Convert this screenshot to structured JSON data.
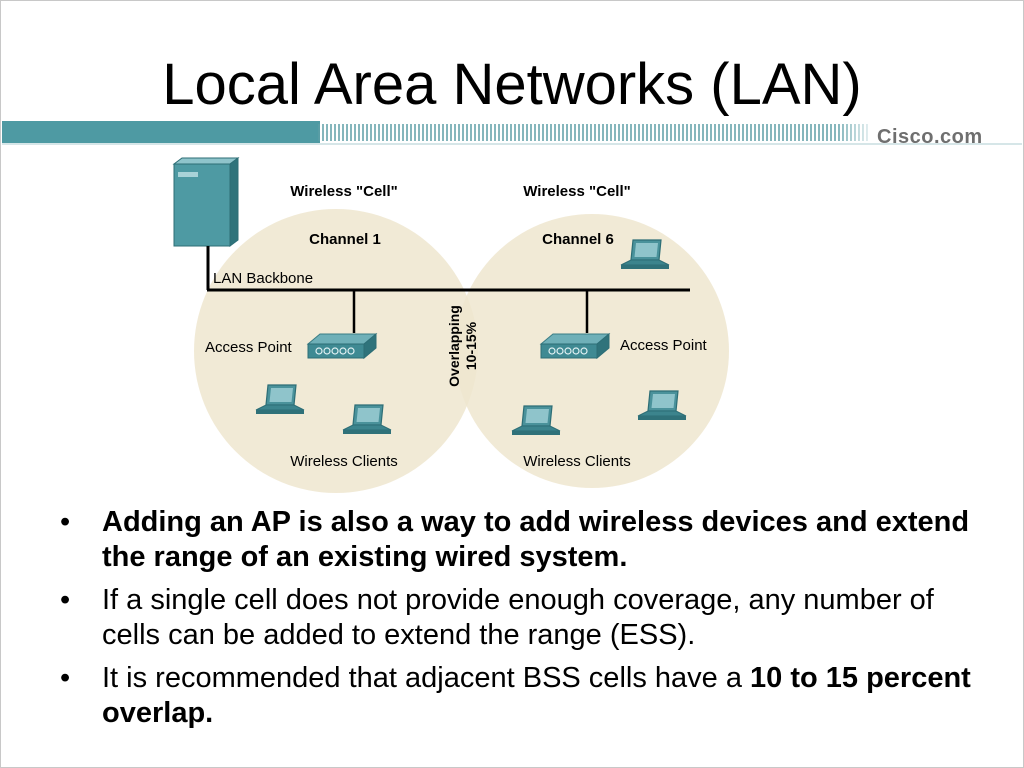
{
  "slide": {
    "title": "Local Area Networks (LAN)"
  },
  "logo": {
    "text": "Cisco.com"
  },
  "diagram": {
    "left_cell": {
      "label": "Wireless \"Cell\"",
      "channel": "Channel 1",
      "ap_label": "Access Point",
      "clients_label": "Wireless Clients"
    },
    "right_cell": {
      "label": "Wireless \"Cell\"",
      "channel": "Channel 6",
      "ap_label": "Access Point",
      "clients_label": "Wireless Clients"
    },
    "backbone_label": "LAN Backbone",
    "overlap_line1": "Overlapping",
    "overlap_line2": "10-15%"
  },
  "bullets": [
    {
      "bold": "Adding an AP is also a way to add wireless devices and extend the range of an existing wired system."
    },
    {
      "text": "If a single cell does not provide enough coverage, any number of cells can be added to extend the range (ESS)."
    },
    {
      "text": "It is recommended that adjacent BSS cells have a ",
      "bold": "10 to 15 percent overlap."
    }
  ],
  "colors": {
    "accent": "#4e9aa3",
    "cell_fill": "#efe6cf",
    "device": "#3f8a93"
  }
}
